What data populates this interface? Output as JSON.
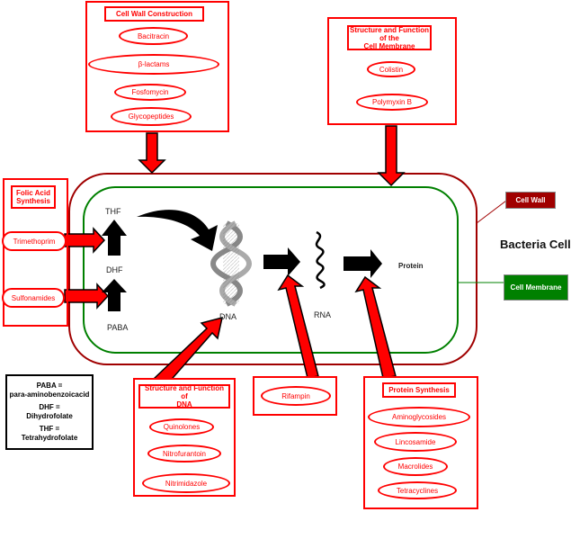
{
  "title": "Bacteria Cell",
  "colors": {
    "wall": "#a00000",
    "membrane": "#008000",
    "drug": "#ff0000",
    "arrow_black": "#000000"
  },
  "cell_labels": {
    "wall": "Cell Wall",
    "membrane": "Cell Membrane"
  },
  "pathway": {
    "thf": "THF",
    "dhf": "DHF",
    "paba": "PABA",
    "dna": "DNA",
    "rna": "RNA",
    "protein": "Protein"
  },
  "groups": {
    "cell_wall": {
      "title": "Cell Wall Construction",
      "drugs": [
        "Bacitracin",
        "β-lactams",
        "Fosfomycin",
        "Glycopeptides"
      ]
    },
    "membrane": {
      "title": "Structure and Function\nof the\nCell Membrane",
      "drugs": [
        "Colistin",
        "Polymyxin B"
      ]
    },
    "folic": {
      "title": "Folic Acid\nSynthesis",
      "drugs": [
        "Trimethoprim",
        "Sulfonamides"
      ]
    },
    "dna": {
      "title": "Structure and Function\nof\nDNA",
      "drugs": [
        "Quinolones",
        "Nitrofurantoin",
        "Nitrimidazole"
      ]
    },
    "rna": {
      "drugs": [
        "Rifampin"
      ]
    },
    "protein": {
      "title": "Protein Synthesis",
      "drugs": [
        "Aminoglycosides",
        "Lincosamide",
        "Macrolides",
        "Tetracyclines"
      ]
    }
  },
  "legend": [
    {
      "abbr": "PABA =",
      "full": "para-aminobenzoicacid"
    },
    {
      "abbr": "DHF =",
      "full": "Dihydrofolate"
    },
    {
      "abbr": "THF =",
      "full": "Tetrahydrofolate"
    }
  ]
}
